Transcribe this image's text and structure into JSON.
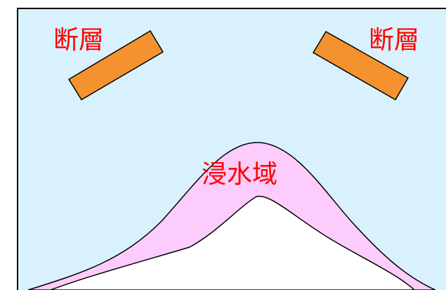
{
  "diagram": {
    "labels": {
      "fault_left": "断層",
      "fault_right": "断層",
      "flood_zone": "浸水域"
    },
    "colors": {
      "background": "#d9f1fc",
      "fault_fill": "#f4922f",
      "flood_fill": "#fcccfc",
      "land_fill": "#ffffff",
      "stroke": "#000000",
      "label_text": "#ff0000"
    }
  }
}
